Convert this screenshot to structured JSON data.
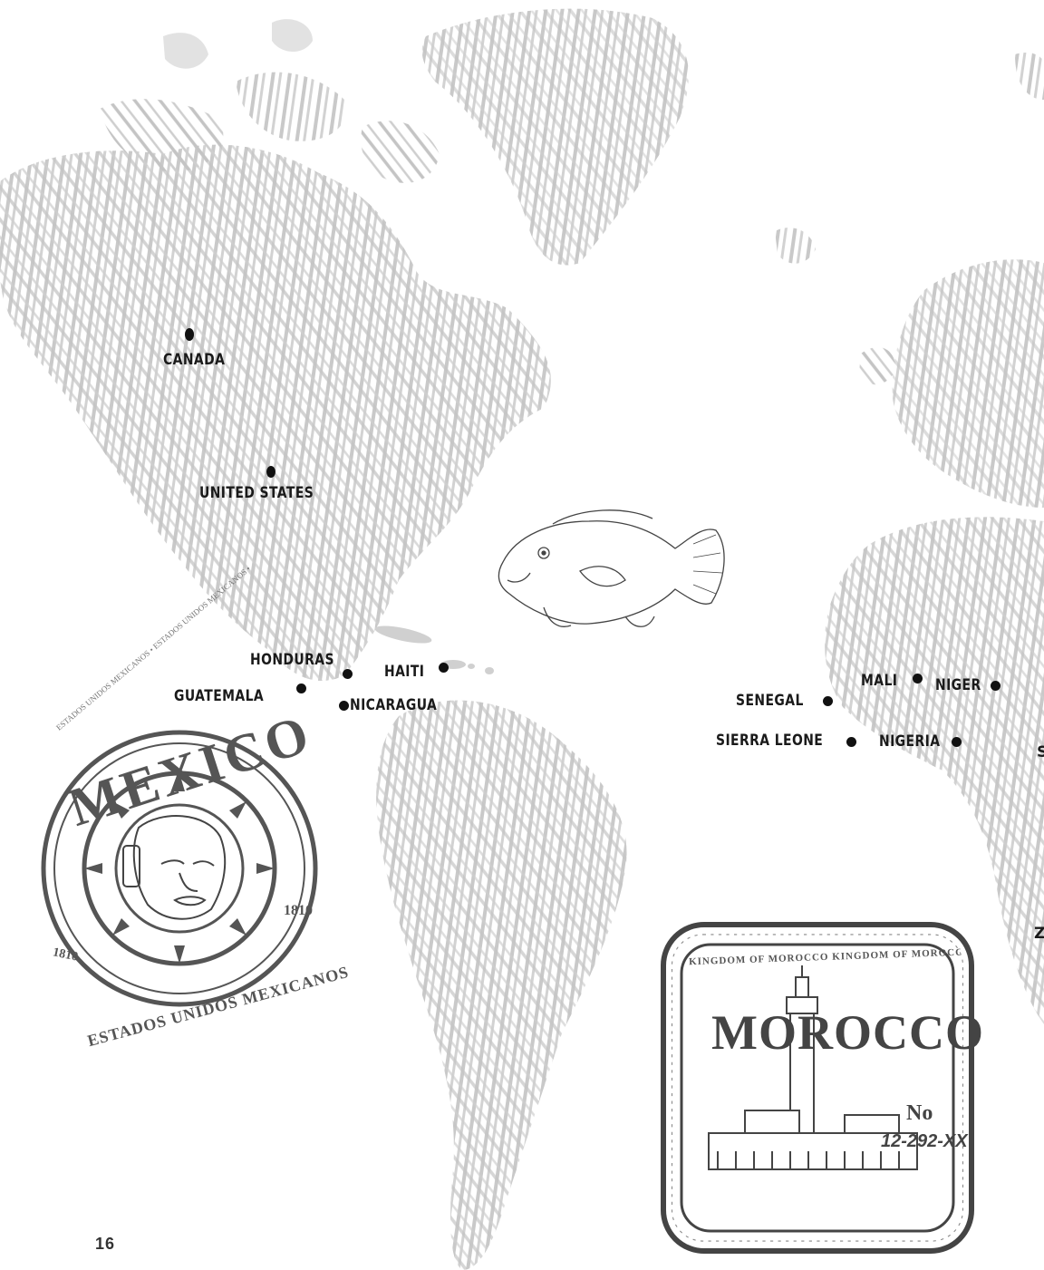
{
  "map": {
    "title": "",
    "page_number": "16",
    "land_color": "#c8c8c8",
    "ink_color": "#1a1a1a",
    "countries": [
      {
        "name": "CANADA"
      },
      {
        "name": "UNITED STATES"
      },
      {
        "name": "HONDURAS"
      },
      {
        "name": "HAITI"
      },
      {
        "name": "GUATEMALA"
      },
      {
        "name": "NICARAGUA"
      },
      {
        "name": "SENEGAL"
      },
      {
        "name": "MALI"
      },
      {
        "name": "NIGER"
      },
      {
        "name": "SIERRA LEONE"
      },
      {
        "name": "NIGERIA"
      }
    ],
    "decorations": [
      "fish-illustration"
    ]
  },
  "stamps": {
    "mexico": {
      "title": "MEXICO",
      "year_right": "1810",
      "year_left": "1810",
      "bottom_text": "ESTADOS UNIDOS MEXICANOS",
      "ring_text": "ESTADOS UNIDOS MEXICANOS • ESTADOS UNIDOS MEXICANOS •",
      "color": "#555555"
    },
    "morocco": {
      "title": "MOROCCO",
      "ring_text": "KINGDOM OF MOROCCO KINGDOM OF MOROCCO",
      "number_label": "No",
      "number": "12-292-XX",
      "color": "#444444"
    }
  }
}
